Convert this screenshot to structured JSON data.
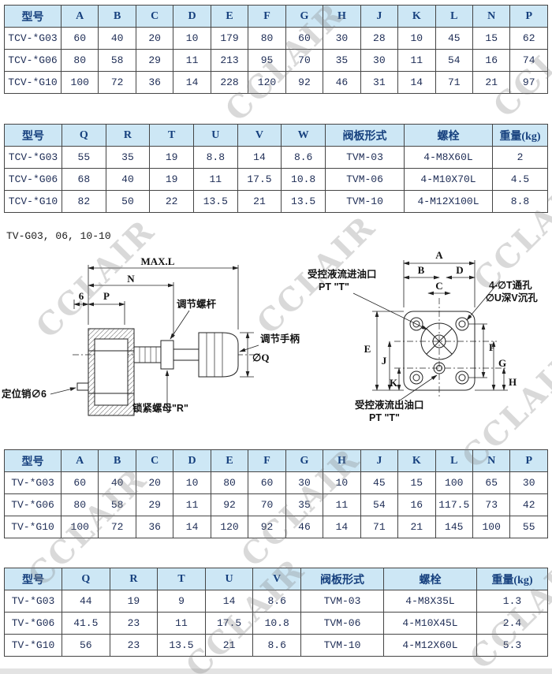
{
  "watermark": {
    "text": "CCLAIR"
  },
  "section_label": "TV-G03, 06, 10-10",
  "tables": {
    "tcv_dims": {
      "headers": [
        "型号",
        "A",
        "B",
        "C",
        "D",
        "E",
        "F",
        "G",
        "H",
        "J",
        "K",
        "L",
        "N",
        "P"
      ],
      "rows": [
        [
          "TCV-*G03",
          "60",
          "40",
          "20",
          "10",
          "179",
          "80",
          "60",
          "30",
          "28",
          "10",
          "45",
          "15",
          "62"
        ],
        [
          "TCV-*G06",
          "80",
          "58",
          "29",
          "11",
          "213",
          "95",
          "70",
          "35",
          "30",
          "11",
          "54",
          "16",
          "74"
        ],
        [
          "TCV-*G10",
          "100",
          "72",
          "36",
          "14",
          "228",
          "120",
          "92",
          "46",
          "31",
          "14",
          "71",
          "21",
          "97"
        ]
      ]
    },
    "tcv_specs": {
      "headers": [
        "型号",
        "Q",
        "R",
        "T",
        "U",
        "V",
        "W",
        "阀板形式",
        "螺栓",
        "重量(kg)"
      ],
      "rows": [
        [
          "TCV-*G03",
          "55",
          "35",
          "19",
          "8.8",
          "14",
          "8.6",
          "TVM-03",
          "4-M8X60L",
          "2"
        ],
        [
          "TCV-*G06",
          "68",
          "40",
          "19",
          "11",
          "17.5",
          "10.8",
          "TVM-06",
          "4-M10X70L",
          "4.5"
        ],
        [
          "TCV-*G10",
          "82",
          "50",
          "22",
          "13.5",
          "21",
          "13.5",
          "TVM-10",
          "4-M12X100L",
          "8.8"
        ]
      ]
    },
    "tv_dims": {
      "headers": [
        "型号",
        "A",
        "B",
        "C",
        "D",
        "E",
        "F",
        "G",
        "H",
        "J",
        "K",
        "L",
        "N",
        "P"
      ],
      "rows": [
        [
          "TV-*G03",
          "60",
          "40",
          "20",
          "10",
          "80",
          "60",
          "30",
          "10",
          "45",
          "15",
          "100",
          "65",
          "30"
        ],
        [
          "TV-*G06",
          "80",
          "58",
          "29",
          "11",
          "92",
          "70",
          "35",
          "11",
          "54",
          "16",
          "117.5",
          "73",
          "42"
        ],
        [
          "TV-*G10",
          "100",
          "72",
          "36",
          "14",
          "120",
          "92",
          "46",
          "14",
          "71",
          "21",
          "145",
          "100",
          "55"
        ]
      ]
    },
    "tv_specs": {
      "headers": [
        "型号",
        "Q",
        "R",
        "T",
        "U",
        "V",
        "阀板形式",
        "螺栓",
        "重量(kg)"
      ],
      "rows": [
        [
          "TV-*G03",
          "44",
          "19",
          "9",
          "14",
          "8.6",
          "TVM-03",
          "4-M8X35L",
          "1.3"
        ],
        [
          "TV-*G06",
          "41.5",
          "23",
          "11",
          "17.5",
          "10.8",
          "TVM-06",
          "4-M10X45L",
          "2.4"
        ],
        [
          "TV-*G10",
          "56",
          "23",
          "13.5",
          "21",
          "8.6",
          "TVM-10",
          "4-M12X60L",
          "5.3"
        ]
      ]
    }
  },
  "diagram": {
    "labels": {
      "max_l": "MAX.L",
      "n": "N",
      "six": "6",
      "p": "P",
      "adjust_screw": "调节螺杆",
      "adjust_handle": "调节手柄",
      "phi_q": "∅Q",
      "locating_pin": "定位销∅6",
      "lock_nut": "锁紧螺母\"R\"",
      "a": "A",
      "b": "B",
      "c": "C",
      "d": "D",
      "e": "E",
      "f": "F",
      "g": "G",
      "h": "H",
      "j": "J",
      "k": "K",
      "inlet": "受控液流进油口",
      "inlet_port": "PT \"T\"",
      "through_holes": "4-∅T通孔",
      "counterbore": "∅U深V沉孔",
      "outlet": "受控液流出油口",
      "outlet_port": "PT \"T\""
    }
  }
}
